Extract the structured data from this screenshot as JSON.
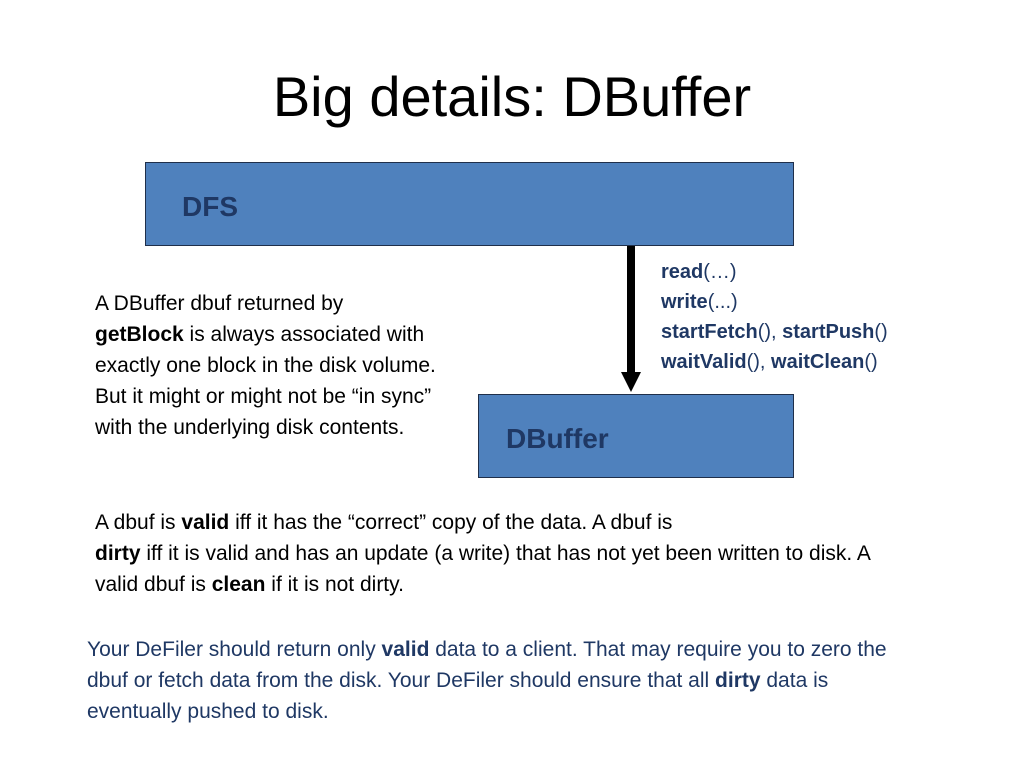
{
  "slide": {
    "title": "Big details: DBuffer"
  },
  "diagram": {
    "dfs_label": "DFS",
    "dbuffer_label": "DBuffer",
    "api": [
      [
        {
          "b": "read"
        },
        {
          "t": "(…)"
        }
      ],
      [
        {
          "b": "write"
        },
        {
          "t": "(...)"
        }
      ],
      [
        {
          "b": "startFetch"
        },
        {
          "t": "(), "
        },
        {
          "b": "startPush"
        },
        {
          "t": "()"
        }
      ],
      [
        {
          "b": "waitValid"
        },
        {
          "t": "(), "
        },
        {
          "b": "waitClean"
        },
        {
          "t": "()"
        }
      ]
    ]
  },
  "text": {
    "para_assoc": [
      {
        "t": "A DBuffer dbuf returned by "
      },
      {
        "br": true
      },
      {
        "b": "getBlock"
      },
      {
        "t": " is always associated with exactly one block in the disk volume.   But it might or might not be “in sync” with the underlying disk contents."
      }
    ],
    "para_valid": [
      {
        "t": "A dbuf is "
      },
      {
        "b": "valid"
      },
      {
        "t": " iff it has the “correct” copy of the data.  A dbuf is "
      },
      {
        "br": true
      },
      {
        "b": "dirty"
      },
      {
        "t": " iff it is valid and has an update (a write) that has not yet been written to disk.   A valid dbuf is "
      },
      {
        "b": "clean"
      },
      {
        "t": " if it is not dirty."
      }
    ],
    "para_defiler": [
      {
        "t": "Your DeFiler should return only "
      },
      {
        "b": "valid"
      },
      {
        "t": " data to a client.  That may require you to zero the dbuf or fetch data from the disk.  Your DeFiler should ensure that all "
      },
      {
        "b": "dirty"
      },
      {
        "t": " data is eventually pushed to disk."
      }
    ]
  }
}
